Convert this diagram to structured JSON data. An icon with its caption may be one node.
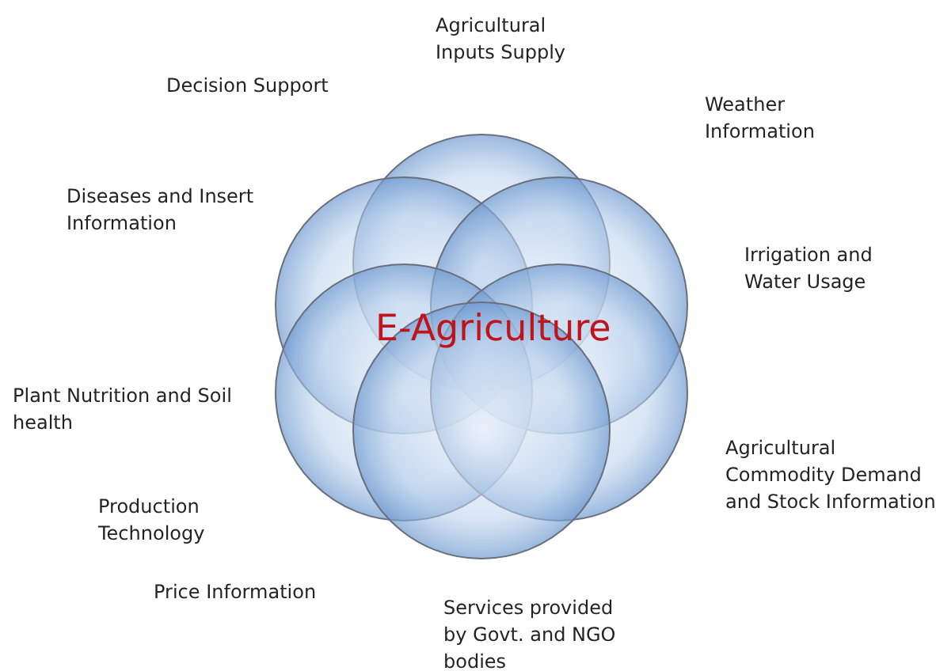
{
  "diagram": {
    "labels": [
      "Agricultural Inputs Supply",
      "Decision Support",
      "Weather Information",
      "Diseases and Insert Information",
      "Irrigation and Water Usage",
      "E-Agriculture",
      "Plant Nutrition and Soil health",
      "Agricultural Commodity Demand and Stock Information",
      "Production Technology",
      "Price Information",
      "Services provided by Govt. and NGO bodies"
    ]
  }
}
